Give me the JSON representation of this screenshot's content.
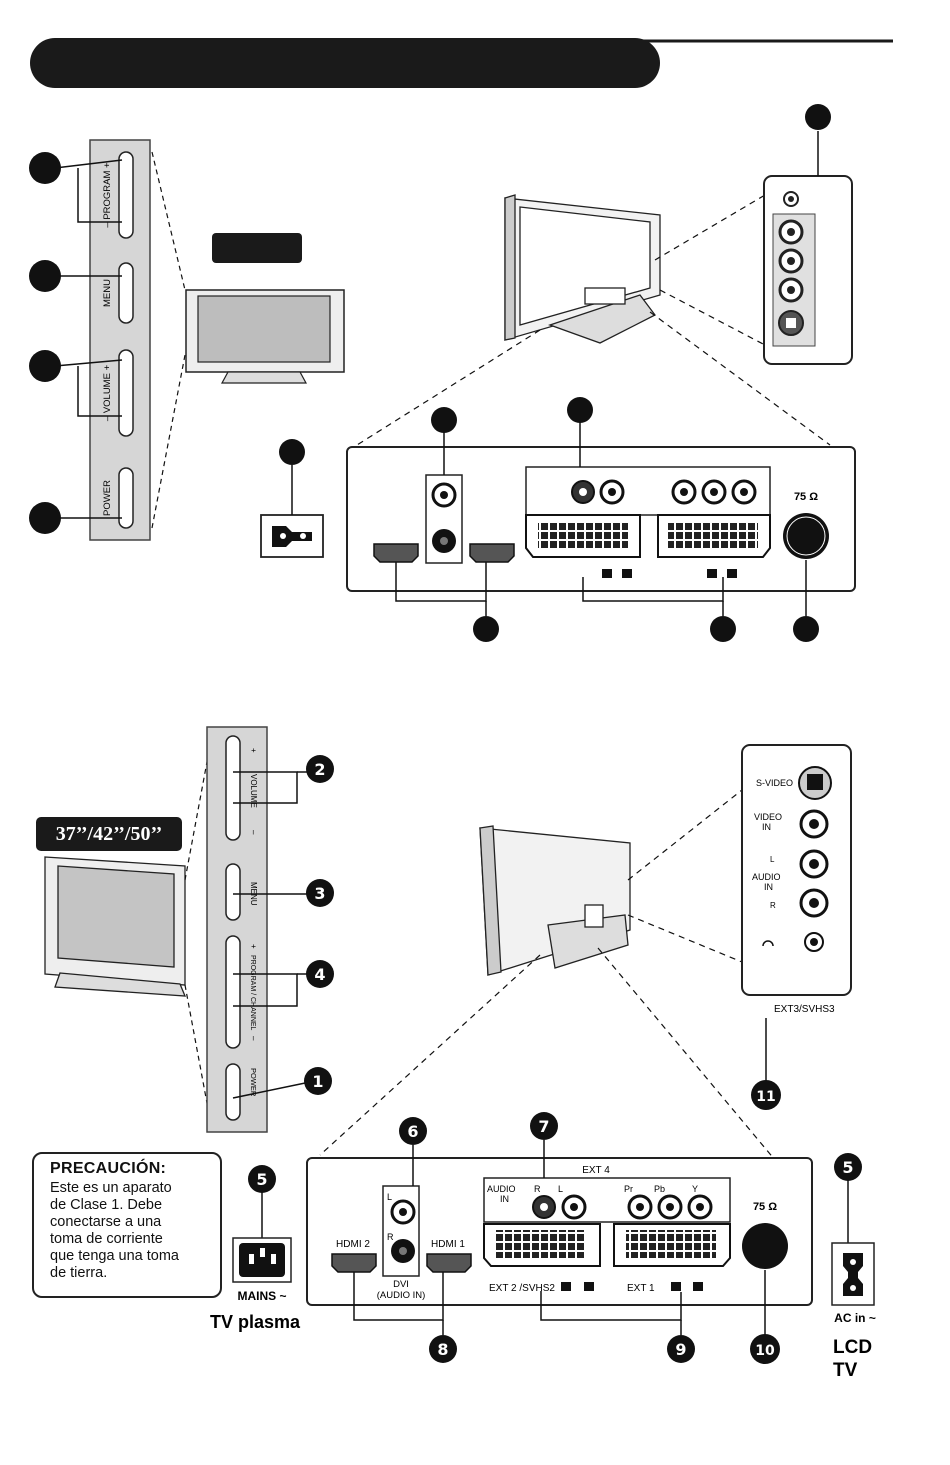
{
  "top": {
    "header_bar_text": "",
    "tv_model_badge_text": "",
    "keypad": {
      "program": "– PROGRAM +",
      "menu": "MENU",
      "volume": "– VOLUME +",
      "power": "POWER"
    },
    "antenna_label": "75 Ω"
  },
  "bottom": {
    "size_badge": "37’’/42’’/50’’",
    "keypad": {
      "volume_plus": "+",
      "volume": "VOLUME",
      "volume_minus": "–",
      "menu": "MENU",
      "program_plus": "+",
      "program_channel": "PROGRAM / CHANNEL",
      "program_minus": "–",
      "power": "POWER"
    },
    "side_panel": {
      "svideo": "S-VIDEO",
      "video_in": [
        "VIDEO",
        "IN"
      ],
      "audio_in": [
        "AUDIO",
        "IN"
      ],
      "l": "L",
      "r": "R",
      "caption": "EXT3/SVHS3"
    },
    "caution": {
      "title": "PRECAUCIÓN:",
      "lines": [
        "Este es un aparato",
        "de Clase 1. Debe",
        "conectarse a una",
        "toma de corriente",
        "que tenga una toma",
        "de tierra."
      ]
    },
    "rear_panel": {
      "ext4": "EXT 4",
      "audio_in": [
        "AUDIO",
        "IN"
      ],
      "r": "R",
      "l": "L",
      "pr": "Pr",
      "pb": "Pb",
      "y": "Y",
      "antenna": "75 Ω",
      "hdmi2": "HDMI 2",
      "hdmi1": "HDMI 1",
      "dvi": [
        "DVI",
        "(AUDIO IN)"
      ],
      "dvi_l": "L",
      "dvi_r": "R",
      "ext2": "EXT 2 /SVHS2",
      "ext1": "EXT 1"
    },
    "mains_label": "MAINS ~",
    "tv_plasma": "TV plasma",
    "ac_in": "AC in ~",
    "lcd_tv": [
      "LCD",
      "TV"
    ]
  },
  "callouts": [
    "1",
    "2",
    "3",
    "4",
    "5",
    "6",
    "7",
    "8",
    "9",
    "10",
    "11"
  ]
}
